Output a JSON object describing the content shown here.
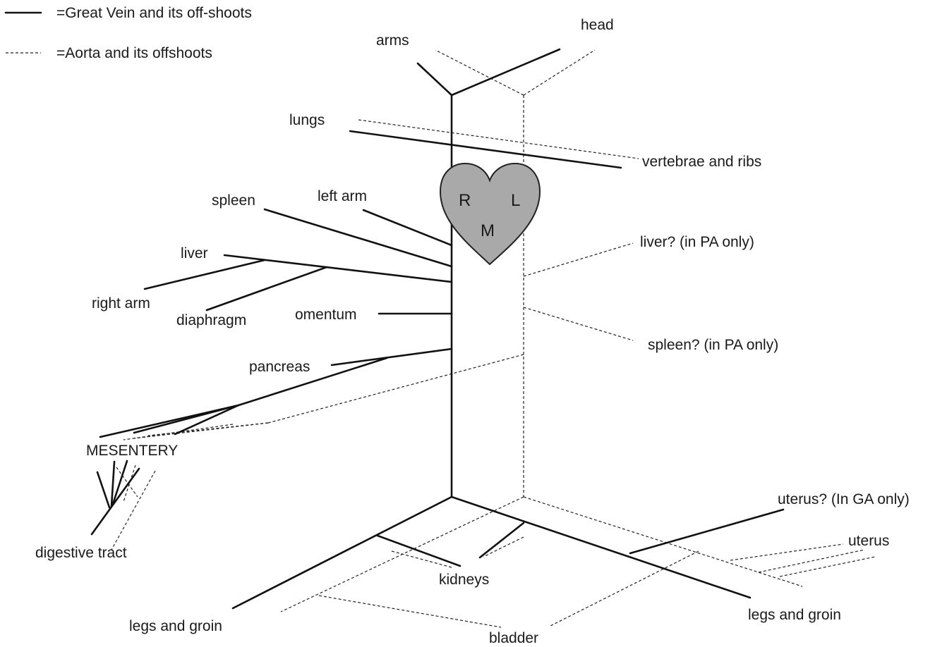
{
  "legend": {
    "vein": "=Great Vein and its off-shoots",
    "aorta": "=Aorta and its offshoots"
  },
  "heart": {
    "r": "R",
    "l": "L",
    "m": "M",
    "color": "#a9a9a9"
  },
  "labels": {
    "head": "head",
    "arms": "arms",
    "lungs": "lungs",
    "vertebrae": "vertebrae and ribs",
    "spleen": "spleen",
    "left_arm": "left arm",
    "liver": "liver",
    "right_arm": "right arm",
    "diaphragm": "diaphragm",
    "omentum": "omentum",
    "liver_pa": "liver? (in PA only)",
    "spleen_pa": "spleen? (in PA only)",
    "pancreas": "pancreas",
    "mesentery": "MESENTERY",
    "digestive": "digestive tract",
    "uterus_ga": "uterus? (In GA only)",
    "uterus": "uterus",
    "kidneys": "kidneys",
    "legs_left": "legs and groin",
    "legs_right": "legs and groin",
    "bladder": "bladder"
  }
}
